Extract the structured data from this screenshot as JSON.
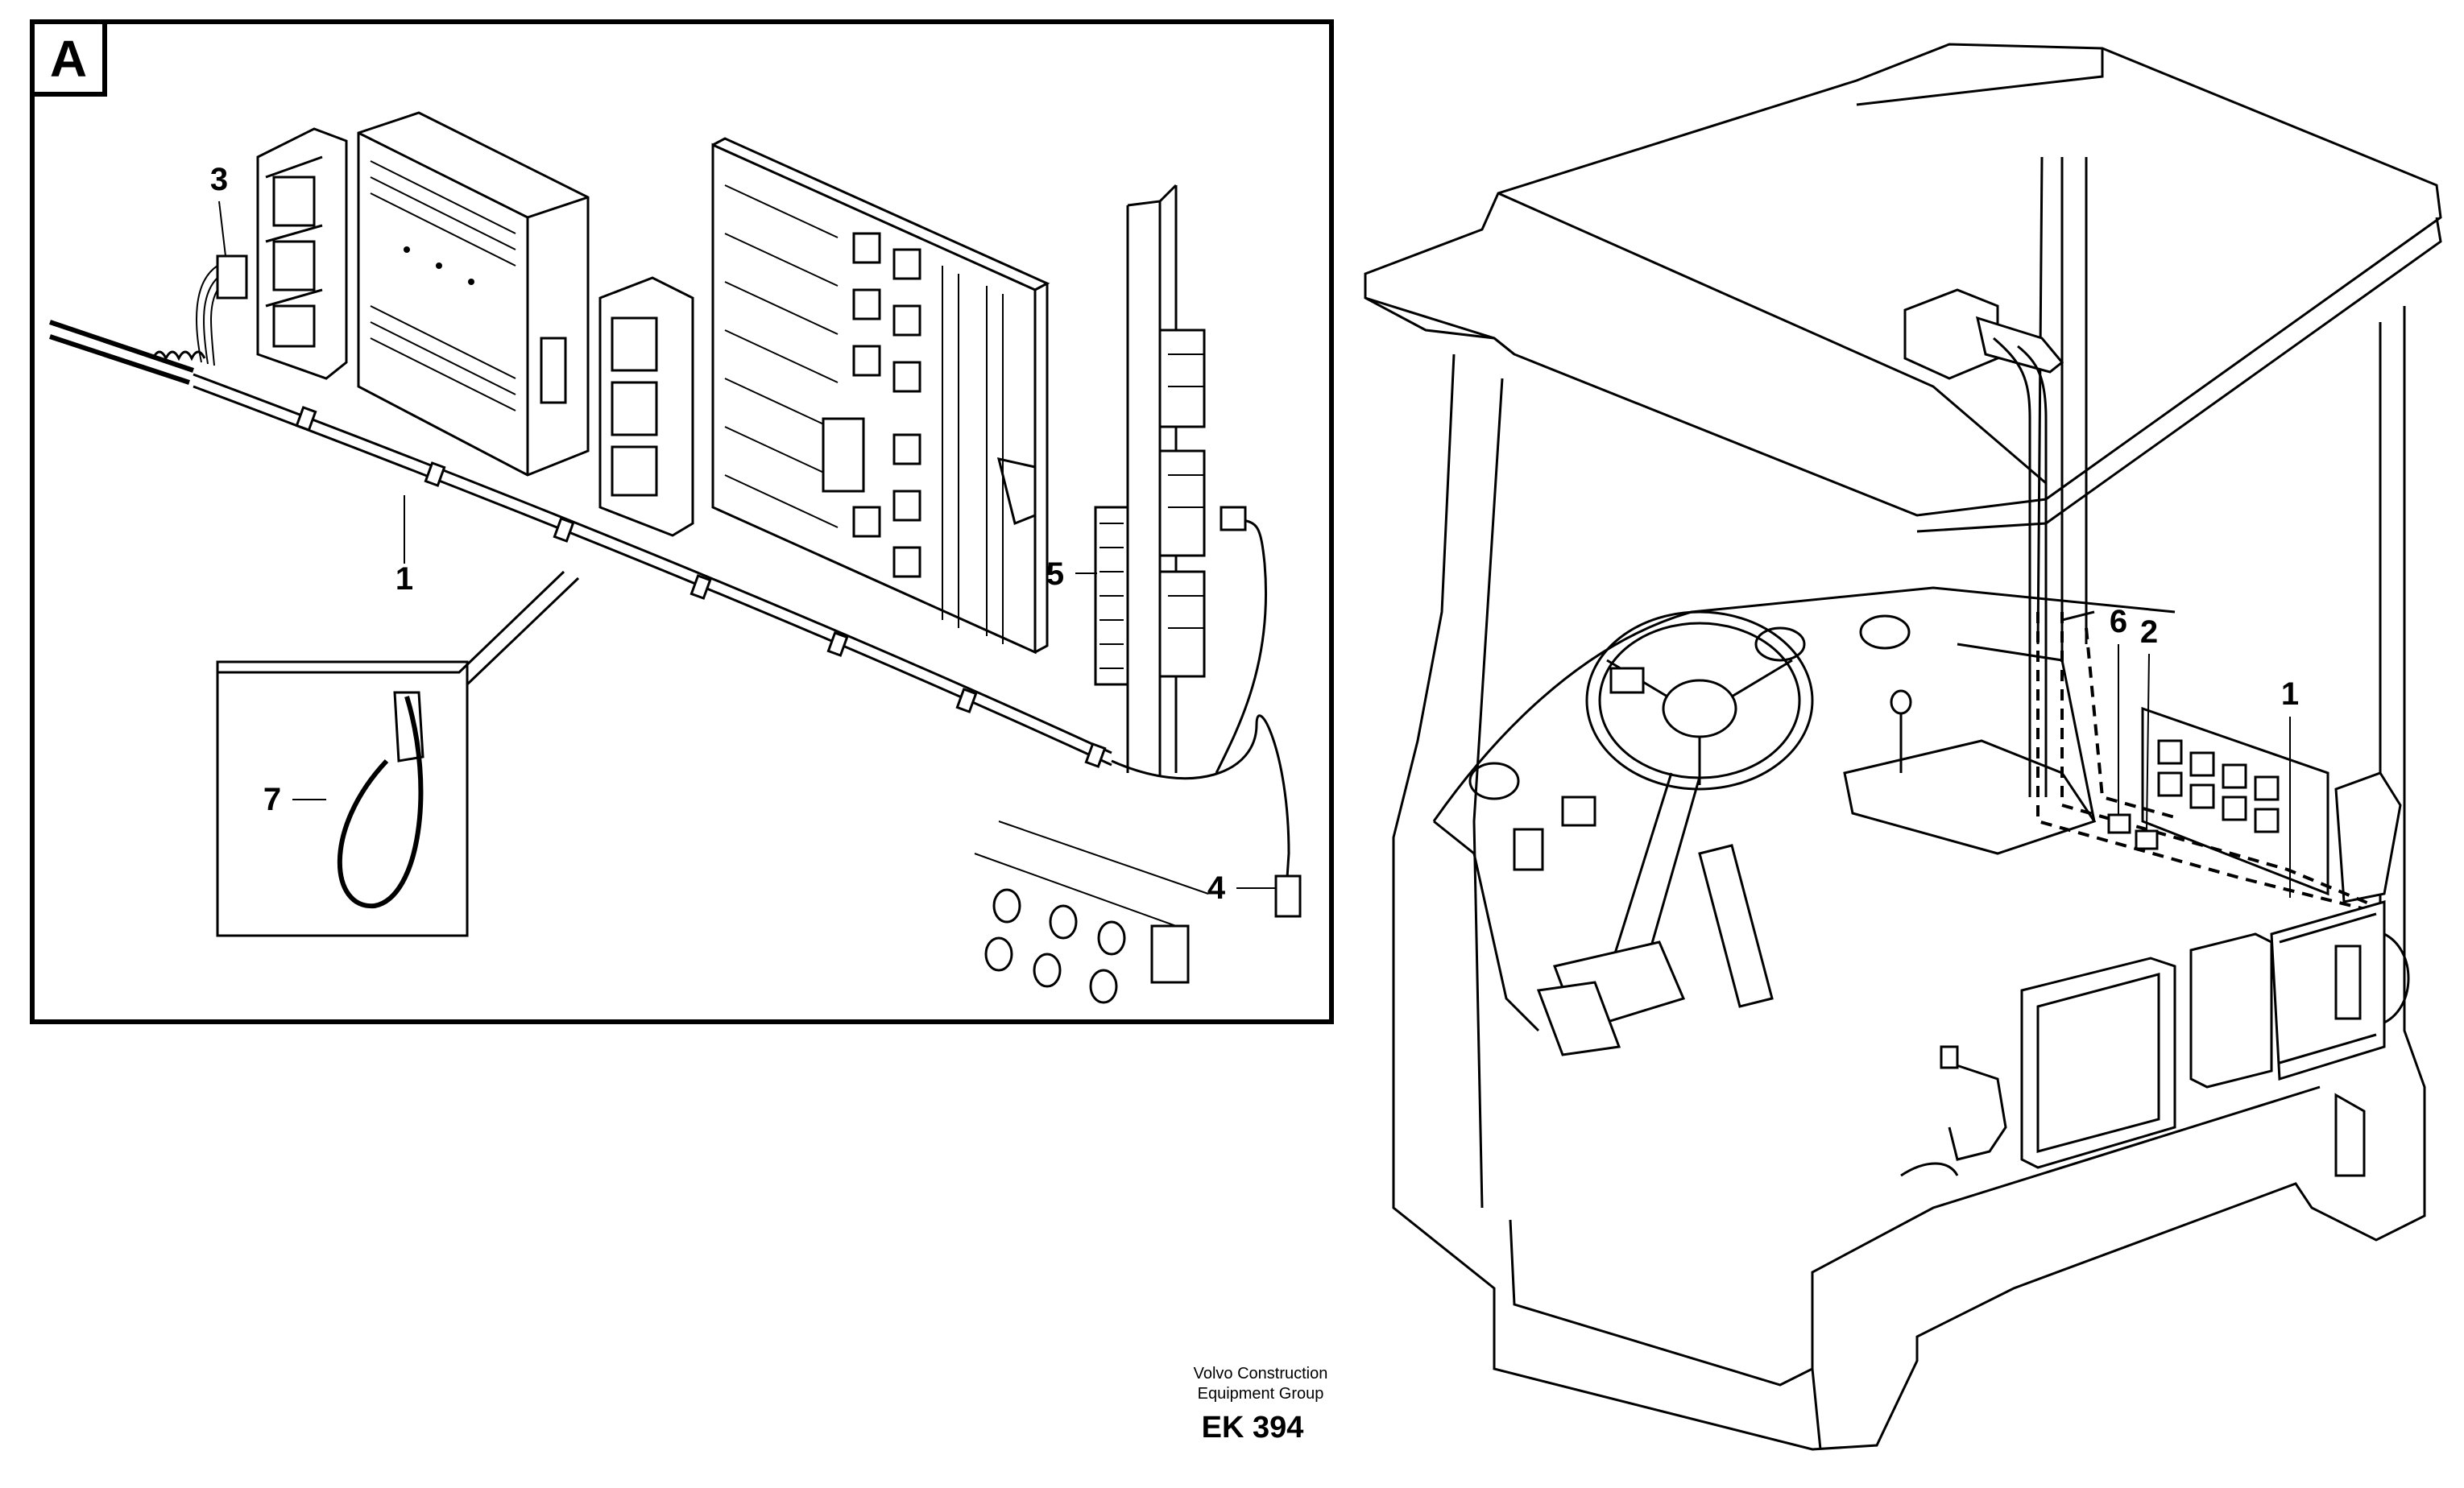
{
  "detail": {
    "letter": "A"
  },
  "callouts": {
    "detail": [
      "1",
      "3",
      "4",
      "5",
      "7"
    ],
    "cab": [
      "6",
      "2",
      "1"
    ]
  },
  "credit": {
    "line1": "Volvo Construction",
    "line2": "Equipment Group"
  },
  "figure_code": "EK 394"
}
